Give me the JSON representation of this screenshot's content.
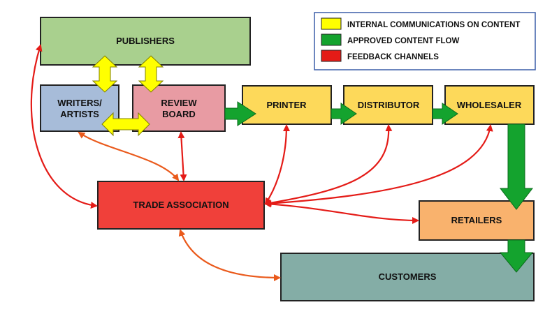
{
  "colors": {
    "internal": "#ffff00",
    "approved": "#14a32e",
    "feedback": "#e41b17",
    "feedback_orange": "#ea5a1c",
    "publishers": "#a9d08e",
    "writers": "#a7bcd9",
    "review_board": "#e89ba3",
    "printer": "#fdd95a",
    "trade_association": "#f0403a",
    "retailers": "#f9b26d",
    "customers": "#84ada6"
  },
  "legend": {
    "items": [
      {
        "key": "internal",
        "label": "INTERNAL COMMUNICATIONS ON CONTENT"
      },
      {
        "key": "approved",
        "label": "APPROVED CONTENT FLOW"
      },
      {
        "key": "feedback",
        "label": "FEEDBACK CHANNELS"
      }
    ]
  },
  "nodes": {
    "publishers": {
      "label": "PUBLISHERS"
    },
    "writers": {
      "label_line1": "WRITERS/",
      "label_line2": "ARTISTS"
    },
    "review_board": {
      "label_line1": "REVIEW",
      "label_line2": "BOARD"
    },
    "printer": {
      "label": "PRINTER"
    },
    "distributor": {
      "label": "DISTRIBUTOR"
    },
    "wholesaler": {
      "label": "WHOLESALER"
    },
    "trade_association": {
      "label": "TRADE ASSOCIATION"
    },
    "retailers": {
      "label": "RETAILERS"
    },
    "customers": {
      "label": "CUSTOMERS"
    }
  },
  "edges": [
    {
      "from": "publishers",
      "to": "writers",
      "type": "internal",
      "bidirectional": true
    },
    {
      "from": "publishers",
      "to": "review_board",
      "type": "internal",
      "bidirectional": true
    },
    {
      "from": "writers",
      "to": "review_board",
      "type": "internal",
      "bidirectional": true
    },
    {
      "from": "review_board",
      "to": "printer",
      "type": "approved"
    },
    {
      "from": "printer",
      "to": "distributor",
      "type": "approved"
    },
    {
      "from": "distributor",
      "to": "wholesaler",
      "type": "approved"
    },
    {
      "from": "wholesaler",
      "to": "retailers",
      "type": "approved"
    },
    {
      "from": "retailers",
      "to": "customers",
      "type": "approved"
    },
    {
      "from": "trade_association",
      "to": "publishers",
      "type": "feedback",
      "bidirectional": true
    },
    {
      "from": "trade_association",
      "to": "writers",
      "type": "feedback",
      "bidirectional": true
    },
    {
      "from": "trade_association",
      "to": "review_board",
      "type": "feedback",
      "bidirectional": true
    },
    {
      "from": "trade_association",
      "to": "printer",
      "type": "feedback",
      "bidirectional": true
    },
    {
      "from": "trade_association",
      "to": "distributor",
      "type": "feedback",
      "bidirectional": true
    },
    {
      "from": "trade_association",
      "to": "wholesaler",
      "type": "feedback",
      "bidirectional": true
    },
    {
      "from": "trade_association",
      "to": "retailers",
      "type": "feedback",
      "bidirectional": true
    },
    {
      "from": "trade_association",
      "to": "customers",
      "type": "feedback",
      "bidirectional": true
    }
  ]
}
